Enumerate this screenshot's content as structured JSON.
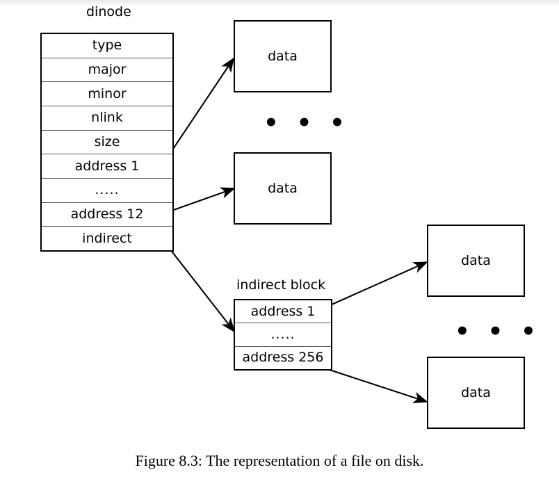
{
  "figure": {
    "caption": "Figure 8.3: The representation of a file on disk.",
    "background_color": "#ffffff",
    "line_color": "#000000"
  },
  "dinode": {
    "title": "dinode",
    "fields": [
      {
        "label": "type"
      },
      {
        "label": "major"
      },
      {
        "label": "minor"
      },
      {
        "label": "nlink"
      },
      {
        "label": "size"
      },
      {
        "label": "address 1"
      },
      {
        "label": "....."
      },
      {
        "label": "address 12"
      },
      {
        "label": "indirect"
      }
    ]
  },
  "indirect_block": {
    "title": "indirect block",
    "fields": [
      {
        "label": "address 1"
      },
      {
        "label": "....."
      },
      {
        "label": "address 256"
      }
    ]
  },
  "data_blocks": [
    {
      "label": "data",
      "id": "direct-1"
    },
    {
      "label": "data",
      "id": "direct-12"
    },
    {
      "label": "data",
      "id": "indirect-1"
    },
    {
      "label": "data",
      "id": "indirect-256"
    }
  ],
  "separators": [
    {
      "id": "direct-data-ellipsis",
      "label": "• • •"
    },
    {
      "id": "indirect-data-ellipsis",
      "label": "• • •"
    }
  ],
  "arrows": [
    {
      "id": "arrow-address1-to-data",
      "from": "dinode.address 1",
      "to": "data (direct 1)"
    },
    {
      "id": "arrow-address12-to-data",
      "from": "dinode.address 12",
      "to": "data (direct 12)"
    },
    {
      "id": "arrow-indirect-to-indirect-block",
      "from": "dinode.indirect",
      "to": "indirect block"
    },
    {
      "id": "arrow-ind-address1-to-data",
      "from": "indirect block.address 1",
      "to": "data (indirect 1)"
    },
    {
      "id": "arrow-ind-address256-to-data",
      "from": "indirect block.address 256",
      "to": "data (indirect 256)"
    }
  ]
}
